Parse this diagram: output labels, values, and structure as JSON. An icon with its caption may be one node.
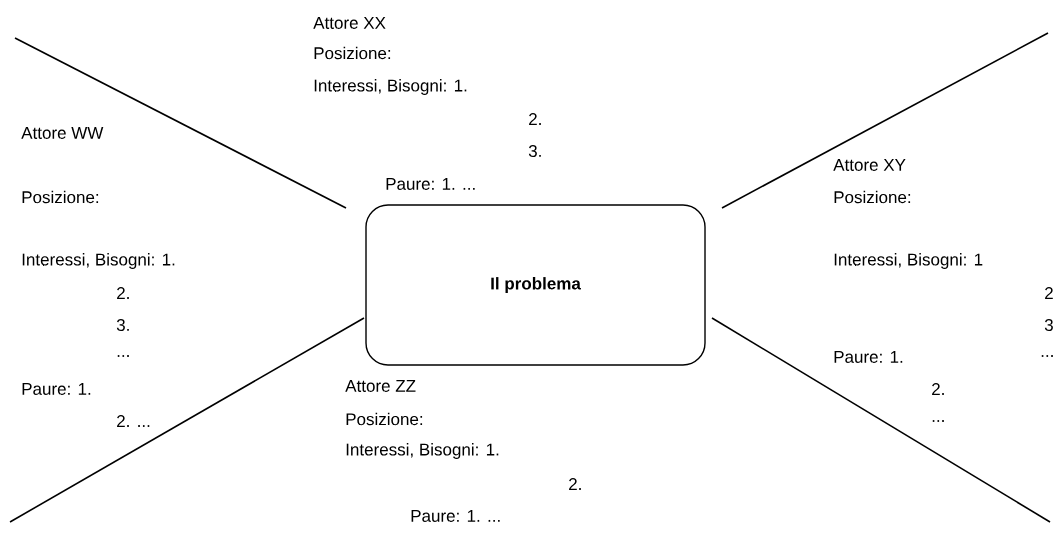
{
  "diagram": {
    "nodes": [
      {
        "text": [
          "Il problema"
        ]
      }
    ],
    "labels": [
      "Attore XX",
      "Posizione:",
      "Interessi, Bisogni: 1.",
      "2.",
      "3.",
      "Paure: 1.   ...",
      "Attore WW",
      "Posizione:",
      "Interessi, Bisogni: 1.",
      "2.",
      "3.",
      "...",
      "Paure:  1.",
      "2. ...",
      "Attore XY",
      "Posizione:",
      "Interessi, Bisogni: 1",
      "2",
      "3",
      "...",
      "Paure:  1.",
      "2.",
      "...",
      "Attore ZZ",
      "Posizione:",
      "Interessi, Bisogni: 1.",
      "2.",
      "Paure: 1. ..."
    ]
  }
}
